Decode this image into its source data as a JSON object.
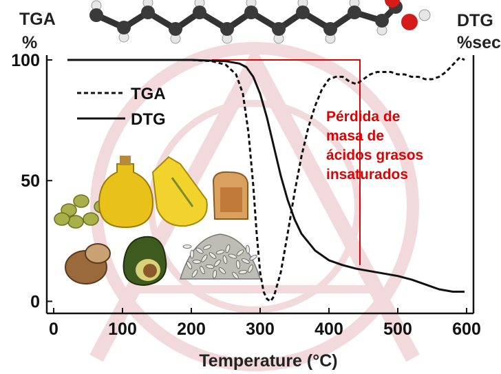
{
  "chart_data": {
    "type": "line",
    "left_axis_label": "TGA",
    "left_axis_unit": "%",
    "right_axis_label": "DTG",
    "right_axis_unit": "%sec",
    "xlabel": "Temperature (°C)",
    "xlim": [
      -10,
      610
    ],
    "ylim": [
      -5,
      102
    ],
    "x_ticks": [
      0,
      100,
      200,
      300,
      400,
      500,
      600
    ],
    "y_ticks": [
      0,
      50,
      100
    ],
    "legend": {
      "placement": "top-left",
      "entries": [
        {
          "label": "TGA",
          "style": "dashed"
        },
        {
          "label": "DTG",
          "style": "solid"
        }
      ]
    },
    "series": [
      {
        "name": "TGA",
        "style": "dashed",
        "color": "#111111",
        "x": [
          20,
          100,
          200,
          230,
          250,
          265,
          275,
          283,
          290,
          295,
          300,
          305,
          310,
          315,
          320,
          330,
          340,
          350,
          360,
          370,
          380,
          390,
          400,
          410,
          420,
          430,
          440,
          450,
          460,
          470,
          480,
          490,
          500,
          510,
          520,
          530,
          540,
          550,
          560,
          570,
          580,
          590,
          597
        ],
        "y": [
          100,
          100,
          100,
          99.5,
          98,
          94,
          86,
          70,
          48,
          28,
          12,
          4,
          1,
          0,
          2,
          12,
          28,
          45,
          60,
          72,
          81,
          88,
          92,
          93,
          93,
          91,
          90,
          92,
          94,
          95,
          95,
          95,
          94,
          94,
          93,
          93,
          92,
          92,
          93,
          95,
          98,
          101,
          100
        ]
      },
      {
        "name": "DTG",
        "style": "solid",
        "color": "#111111",
        "x": [
          20,
          100,
          200,
          250,
          270,
          280,
          290,
          300,
          310,
          320,
          330,
          340,
          350,
          360,
          380,
          400,
          420,
          440,
          460,
          480,
          500,
          520,
          540,
          560,
          580,
          597
        ],
        "y": [
          100,
          100,
          100,
          99.5,
          98.5,
          97,
          93,
          86,
          76,
          64,
          52,
          42,
          34,
          28,
          21,
          17,
          15,
          13.5,
          12.5,
          11.5,
          10.5,
          9,
          7,
          5,
          4,
          4
        ]
      }
    ],
    "annotation": {
      "lines": [
        "Pérdida de",
        "masa de",
        "ácidos grasos",
        "insaturados"
      ],
      "color": "#e00000",
      "bracket": {
        "x_start": 230,
        "x_end": 445,
        "y_top": 100,
        "y_bottom": 15
      }
    }
  },
  "colors": {
    "axis": "#111111",
    "annotation": "#e00000",
    "watermark": "#f1d9dc"
  }
}
